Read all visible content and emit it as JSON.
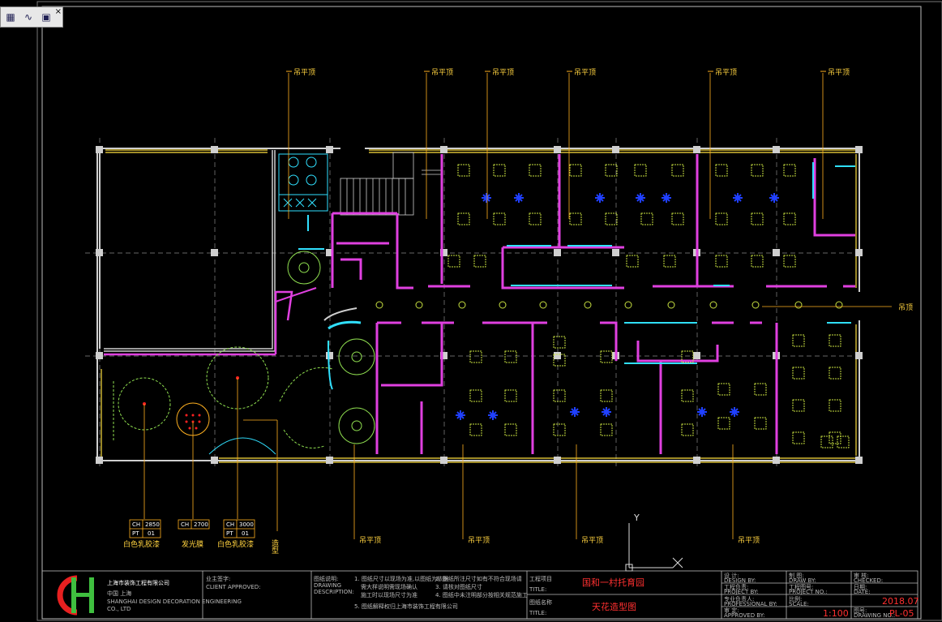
{
  "toolbar": {
    "items": [
      {
        "name": "grid-icon",
        "glyph": "▦"
      },
      {
        "name": "curve-icon",
        "glyph": "∿"
      },
      {
        "name": "snap-icon",
        "glyph": "▣"
      }
    ],
    "close": "×"
  },
  "labels": {
    "top": [
      "吊平顶",
      "吊平顶",
      "吊平顶",
      "吊平顶",
      "吊平顶",
      "吊平顶"
    ],
    "bottom": [
      "吊平顶",
      "吊平顶",
      "吊平顶",
      "吊平顶"
    ],
    "right": "吊顶",
    "left_vertical": "造型",
    "tags": [
      {
        "ch": "CH",
        "ch_val": "2850",
        "pt": "PT",
        "pt_val": "01",
        "caption": "白色乳胶漆"
      },
      {
        "ch": "CH",
        "ch_val": "2700",
        "pt": "",
        "pt_val": "",
        "caption": "发光膜"
      },
      {
        "ch": "CH",
        "ch_val": "3000",
        "pt": "PT",
        "pt_val": "01",
        "caption": "白色乳胶漆"
      }
    ]
  },
  "title_block": {
    "company_cn": "上海市装饰工程有限公司",
    "company_line2": "中国 上海",
    "company_line3": "SHANGHAI DESIGN DECORATION ENGINEERING",
    "company_line4": "CO., LTD",
    "client_cn": "业主签字:",
    "client_en": "CLIENT APPROVED:",
    "notes_title": "图纸说明:",
    "notes_en1": "DRAWING",
    "notes_en2": "DESCRIPTION:",
    "notes": [
      "1. 图纸尺寸以现场为准,以图纸为依据",
      "需大样说明需现场确认",
      "施工时以现场尺寸为准",
      "2. 图纸所注尺寸如有不符合现场请",
      "3. 请核对图纸尺寸",
      "4. 图纸中未注明部分按相关规范施工",
      "5. 图纸解释权归上海市装饰工程有限公司"
    ],
    "project_label_cn": "工程项目",
    "project_label_en": "TITLE:",
    "project_value": "国和一村托育园",
    "drawing_label_cn": "图纸名称",
    "drawing_label_en": "TITLE:",
    "drawing_value": "天花造型图",
    "design_cn": "设 计:",
    "design_en": "DESIGN BY:",
    "check_cn": "工程负责:",
    "check_en": "PROJECT BY:",
    "prof_cn": "专业负责人:",
    "prof_en": "PROFESSIONAL BY:",
    "approve_cn": "审 定:",
    "approve_en": "APPROVED BY:",
    "draw_cn": "制 图:",
    "draw_en": "DRAW BY:",
    "checker_cn": "工程图号:",
    "checker_en": "PROJECT NO.:",
    "ratio_cn": "比例:",
    "ratio_en": "SCALE:",
    "ratio_value": "1:100",
    "audit_cn": "审 核:",
    "audit_en": "CHECKED:",
    "date_cn": "日期:",
    "date_en": "DATE:",
    "date_value": "2018.07",
    "dwgno_cn": "图号:",
    "dwgno_en": "DRAWING NO.:",
    "dwgno_value": "PL-05"
  },
  "colors": {
    "wall": "#cfcfcf",
    "magenta": "#e040e0",
    "cyan": "#30e0ff",
    "yellow": "#ffe040",
    "green": "#90e050",
    "orange": "#ffb020",
    "blue": "#2030ff",
    "red": "#ff2020"
  }
}
